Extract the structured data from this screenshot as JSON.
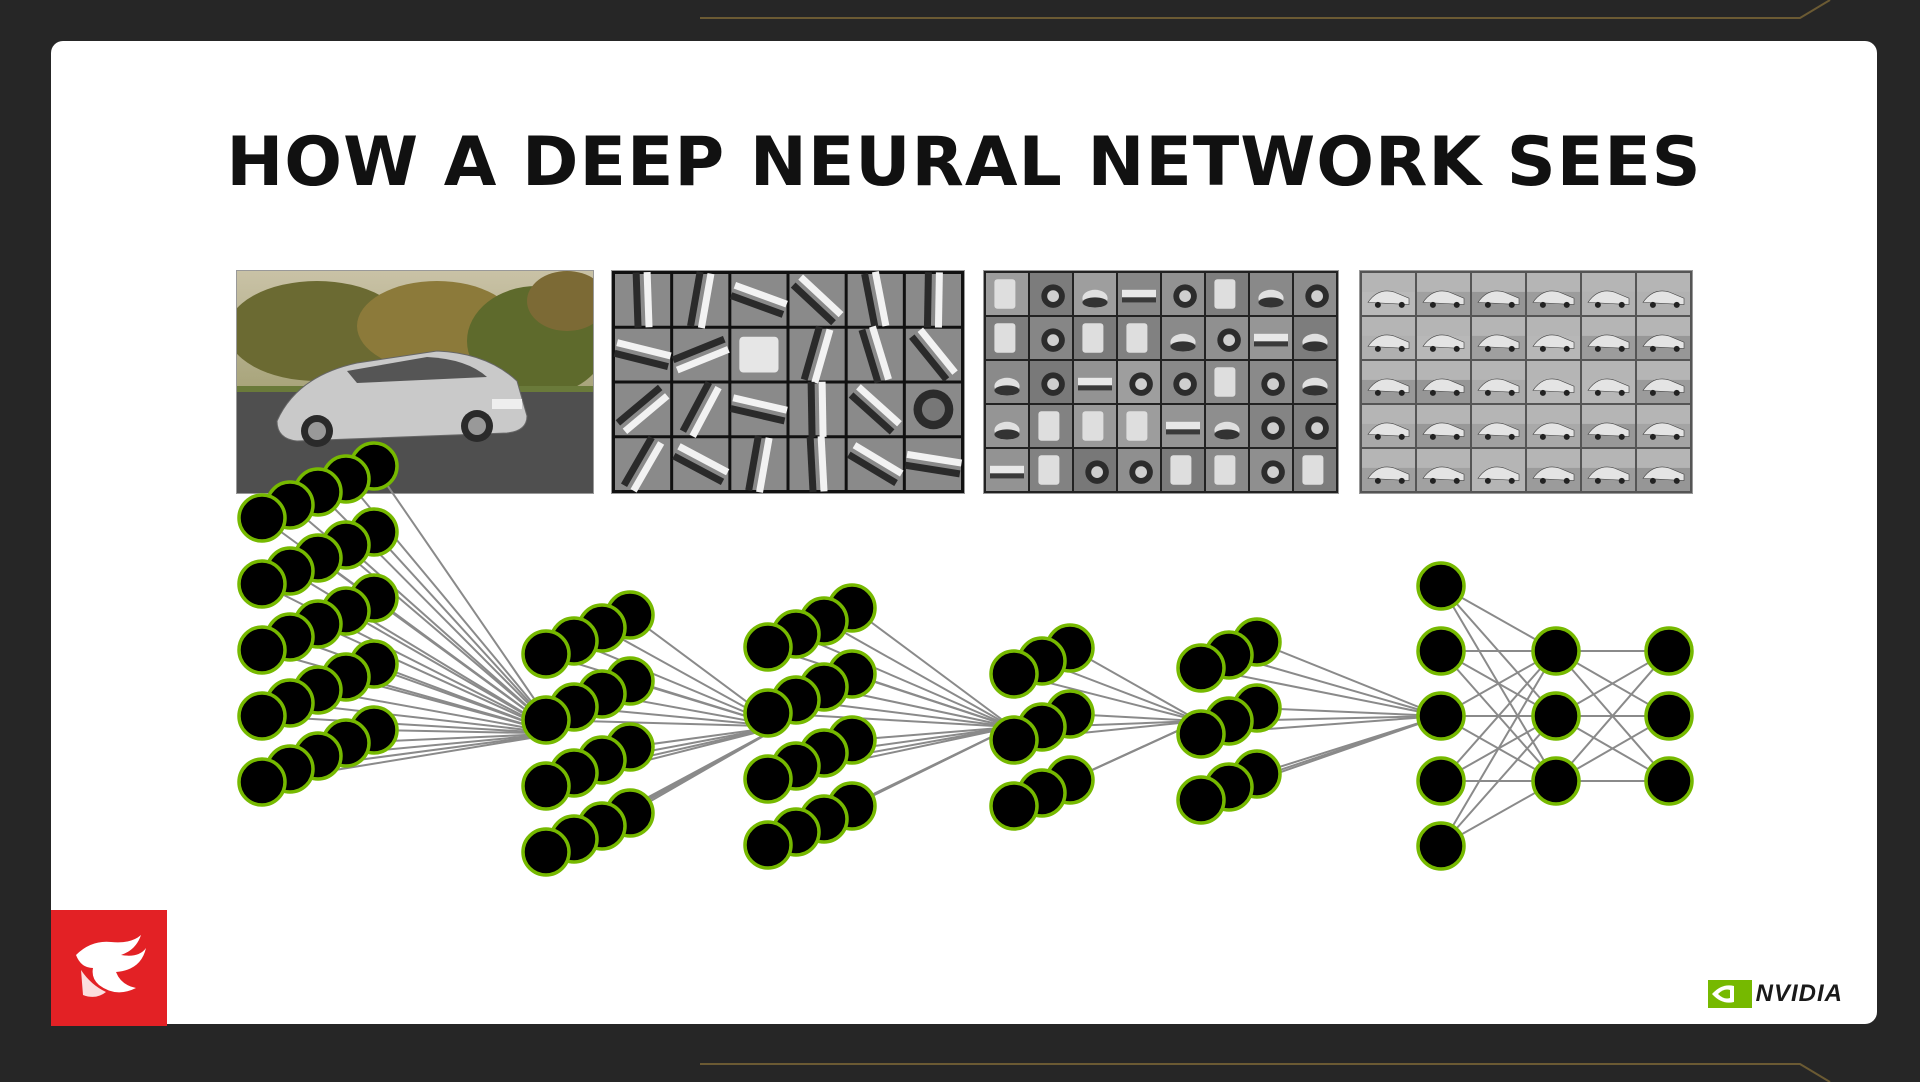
{
  "slide": {
    "title": "HOW A DEEP NEURAL NETWORK SEES",
    "brand": "NVIDIA"
  },
  "panels": [
    {
      "content": "car photo"
    },
    {
      "content": "layer-1 edge filters"
    },
    {
      "content": "layer-2 part features"
    },
    {
      "content": "layer-3 object features"
    }
  ],
  "network": {
    "layers": [
      {
        "cols": 5,
        "rows": 5
      },
      {
        "cols": 4,
        "rows": 4
      },
      {
        "cols": 4,
        "rows": 4
      },
      {
        "cols": 3,
        "rows": 3
      },
      {
        "cols": 3,
        "rows": 3
      },
      {
        "cols": 1,
        "rows": 5
      },
      {
        "cols": 1,
        "rows": 3
      },
      {
        "cols": 1,
        "rows": 3
      }
    ],
    "node_fill": "#000000",
    "node_outline": "#76b900",
    "edge_color": "#8a8a8a"
  },
  "colors": {
    "background": "#262626",
    "accent_gold": "#b08a3e",
    "brand_green": "#76b900",
    "badge_red": "#e32125"
  }
}
